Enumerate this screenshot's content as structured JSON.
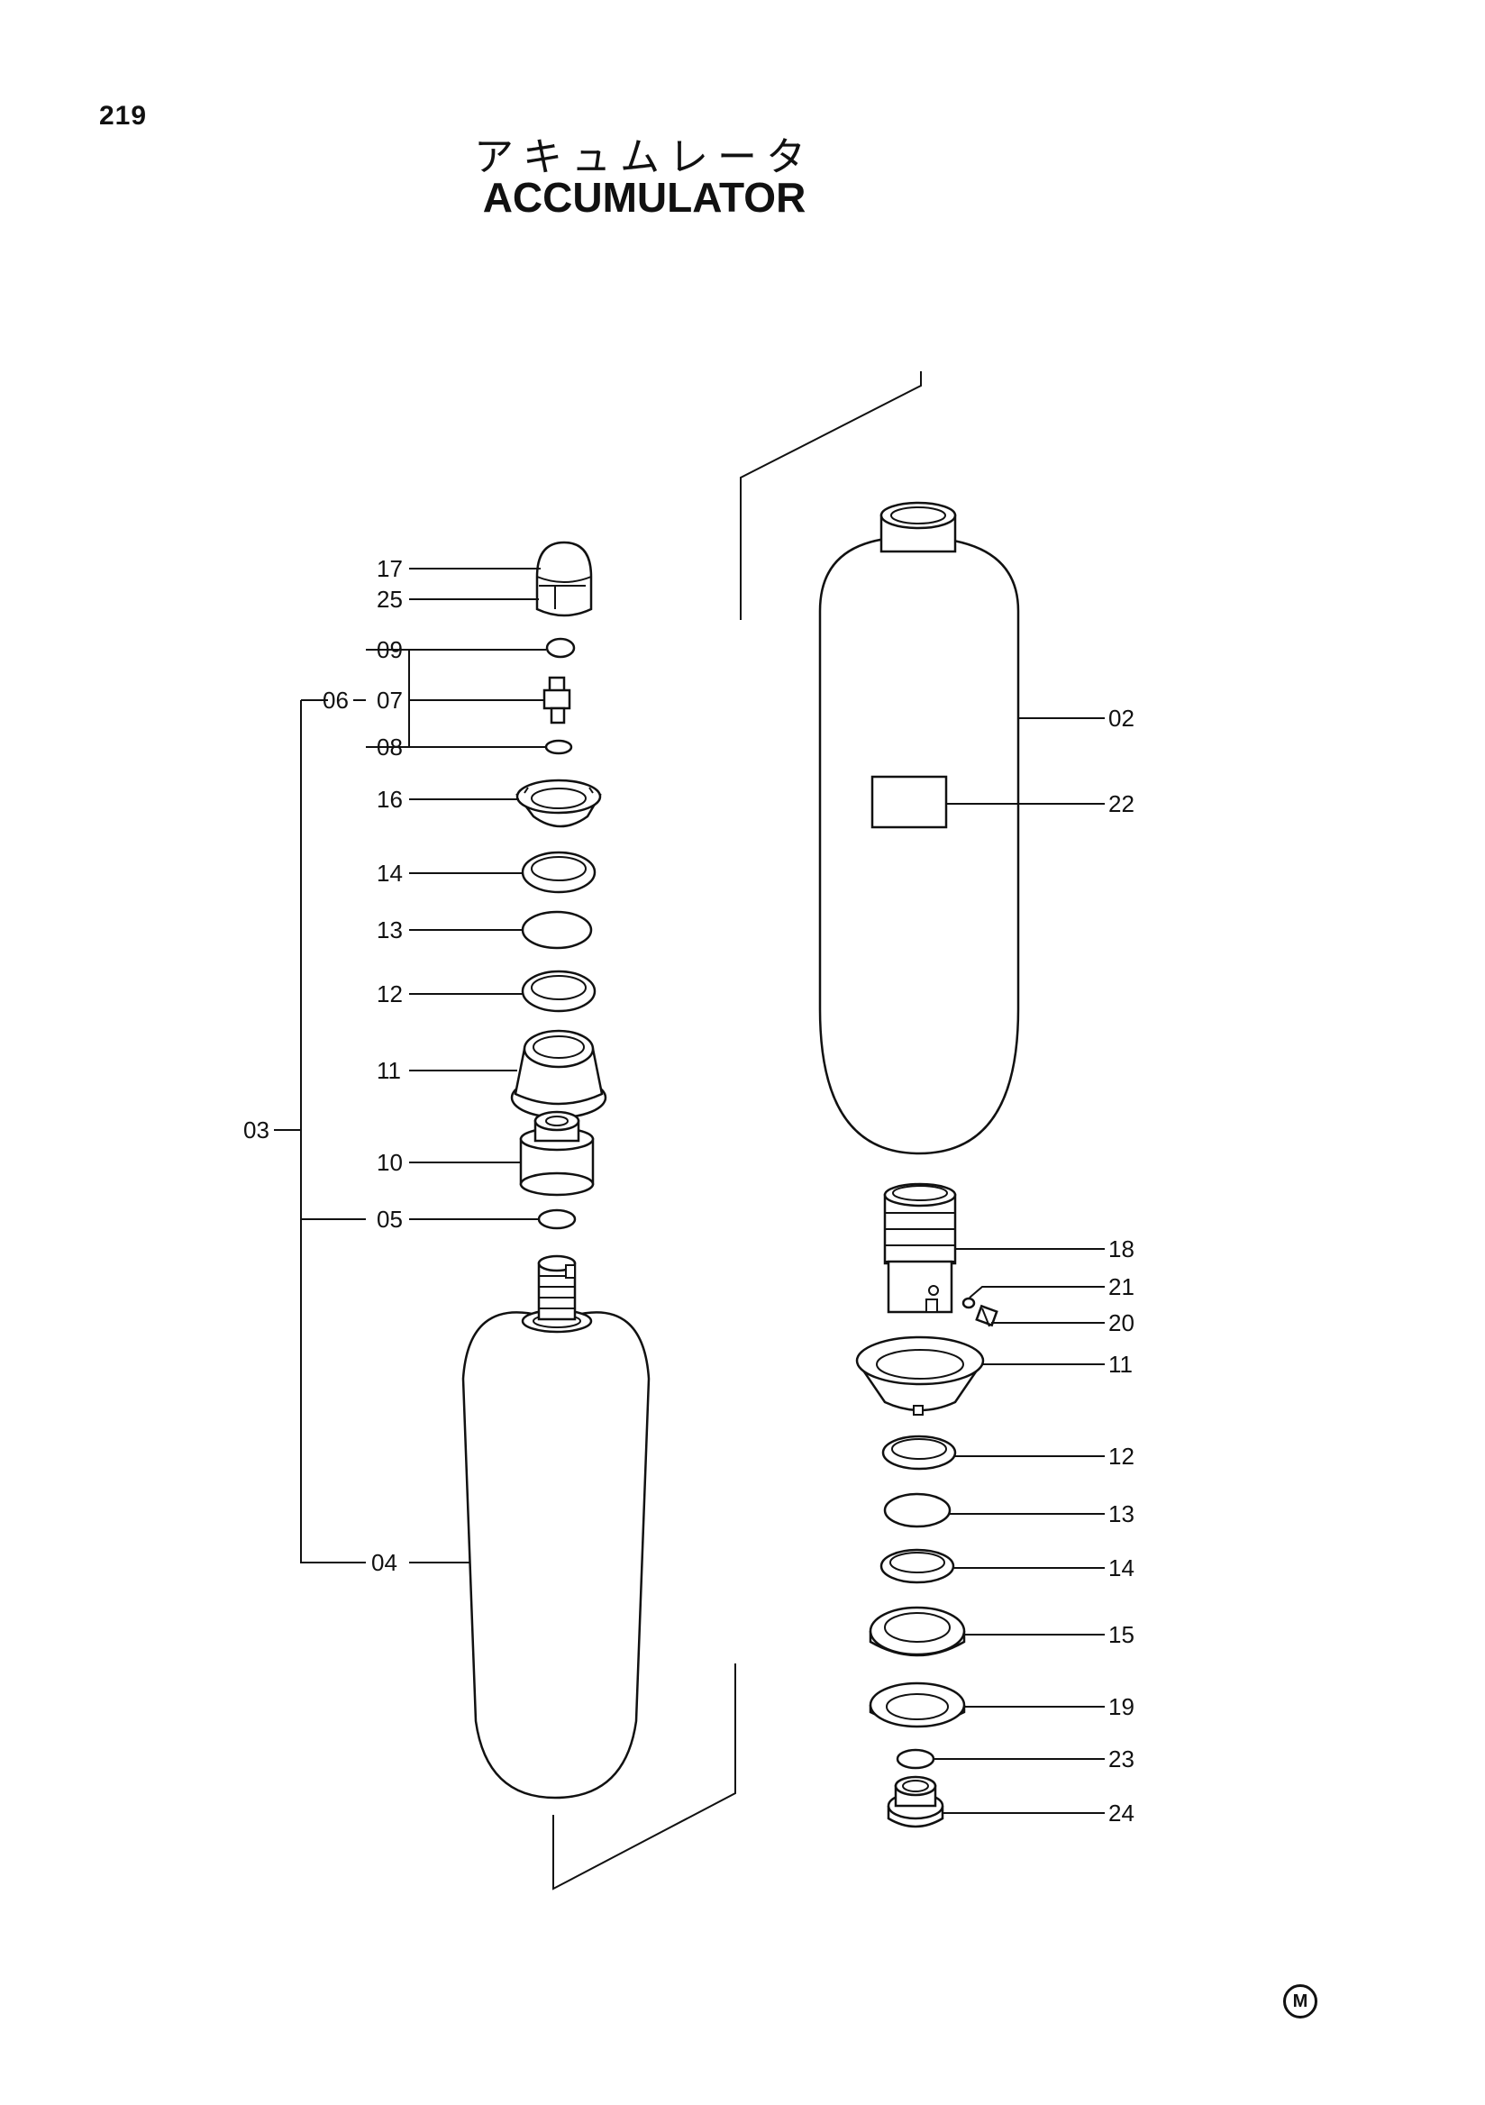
{
  "page_number": "219",
  "title_japanese": "アキュムレータ",
  "title_english": "ACCUMULATOR",
  "mark_symbol": "M",
  "left_group_labels": {
    "g03": "03",
    "g06": "06",
    "p17": "17",
    "p25": "25",
    "p09": "09",
    "p07": "07",
    "p08": "08",
    "p16": "16",
    "p14": "14",
    "p13": "13",
    "p12": "12",
    "p11": "11",
    "p10": "10",
    "p05": "05",
    "p04": "04"
  },
  "right_group_labels": {
    "p02": "02",
    "p22": "22",
    "p18": "18",
    "p21": "21",
    "p20": "20",
    "p11": "11",
    "p12": "12",
    "p13": "13",
    "p14": "14",
    "p15": "15",
    "p19": "19",
    "p23": "23",
    "p24": "24"
  }
}
